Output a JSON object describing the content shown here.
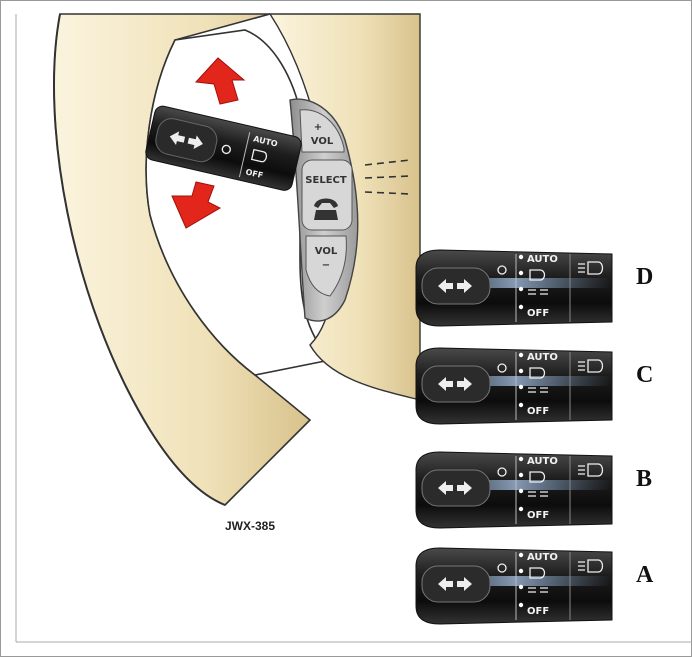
{
  "figure_code": "JWX-385",
  "controls": {
    "auto": "AUTO",
    "off": "OFF",
    "vol": "VOL",
    "vol_plus": "+",
    "vol_minus": "−",
    "select": "SELECT"
  },
  "positions": [
    {
      "letter": "D"
    },
    {
      "letter": "C"
    },
    {
      "letter": "B"
    },
    {
      "letter": "A"
    }
  ],
  "colors": {
    "wheel": "#f1e6c4",
    "wheel_shade": "#d9c490",
    "stalk": "#1c1c1c",
    "arrow": "#e3261c",
    "panel": "#bdbdbd",
    "indicator": "#ffffff"
  }
}
